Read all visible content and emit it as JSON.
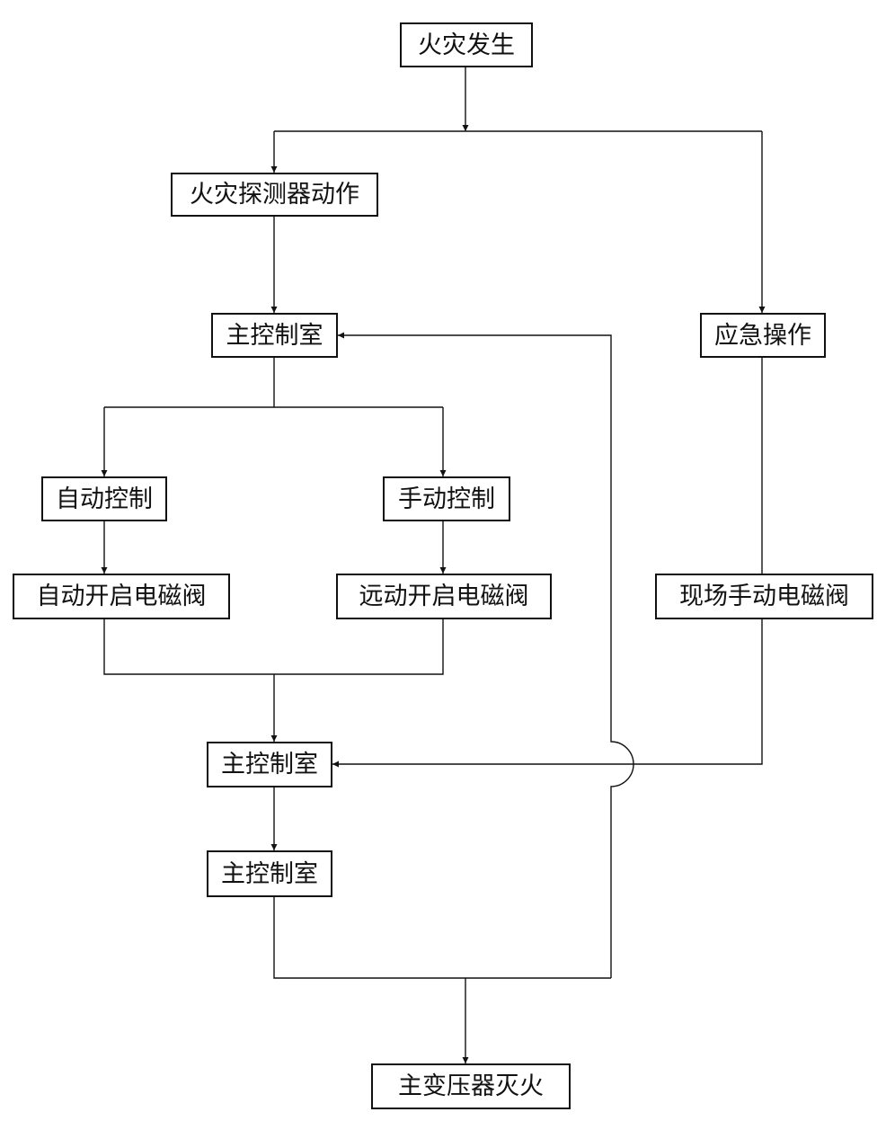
{
  "nodes": {
    "fire_occurs": "火灾发生",
    "detector_action": "火灾探测器动作",
    "main_control_1": "主控制室",
    "emergency_operation": "应急操作",
    "auto_control": "自动控制",
    "manual_control": "手动控制",
    "auto_open_valve": "自动开启电磁阀",
    "remote_open_valve": "远动开启电磁阀",
    "onsite_manual_valve": "现场手动电磁阀",
    "main_control_2": "主控制室",
    "main_control_3": "主控制室",
    "transformer_extinguish": "主变压器灭火"
  },
  "edges": [
    {
      "from": "fire_occurs",
      "to": "detector_action"
    },
    {
      "from": "fire_occurs",
      "to": "emergency_operation"
    },
    {
      "from": "detector_action",
      "to": "main_control_1"
    },
    {
      "from": "main_control_1",
      "to": "auto_control"
    },
    {
      "from": "main_control_1",
      "to": "manual_control"
    },
    {
      "from": "auto_control",
      "to": "auto_open_valve"
    },
    {
      "from": "manual_control",
      "to": "remote_open_valve"
    },
    {
      "from": "auto_open_valve",
      "to": "main_control_2"
    },
    {
      "from": "remote_open_valve",
      "to": "main_control_2"
    },
    {
      "from": "emergency_operation",
      "to": "onsite_manual_valve"
    },
    {
      "from": "onsite_manual_valve",
      "to": "main_control_2"
    },
    {
      "from": "main_control_2",
      "to": "main_control_3"
    },
    {
      "from": "main_control_3",
      "to": "transformer_extinguish"
    },
    {
      "from": "main_control_3",
      "to": "main_control_1"
    }
  ]
}
